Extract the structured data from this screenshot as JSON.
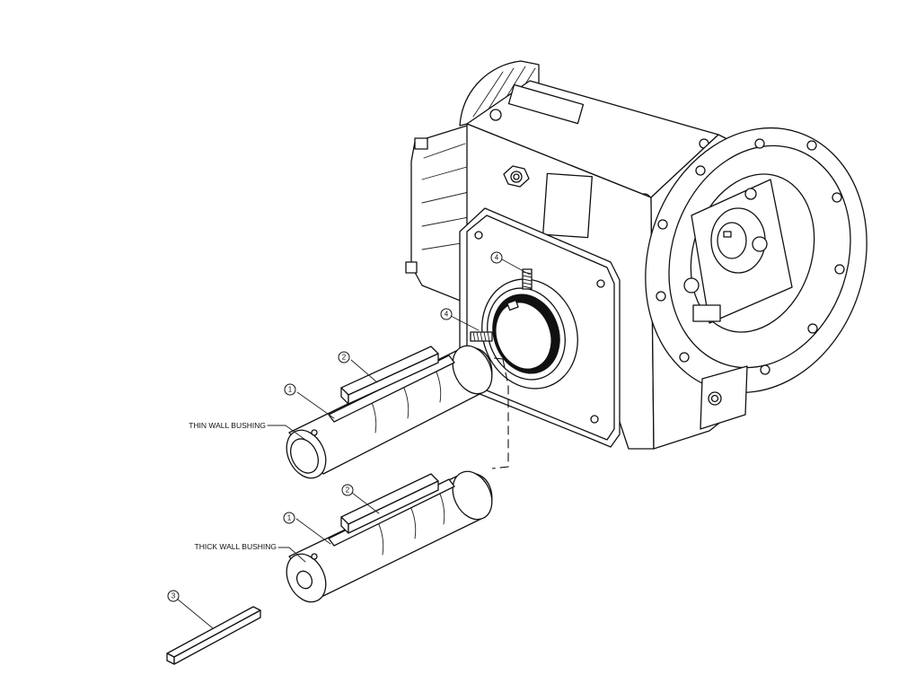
{
  "callouts": {
    "item_1": "1",
    "item_2": "2",
    "item_3": "3",
    "item_4": "4"
  },
  "labels": {
    "thin_wall_bushing": "THIN WALL BUSHING",
    "thick_wall_bushing": "THICK WALL BUSHING"
  }
}
